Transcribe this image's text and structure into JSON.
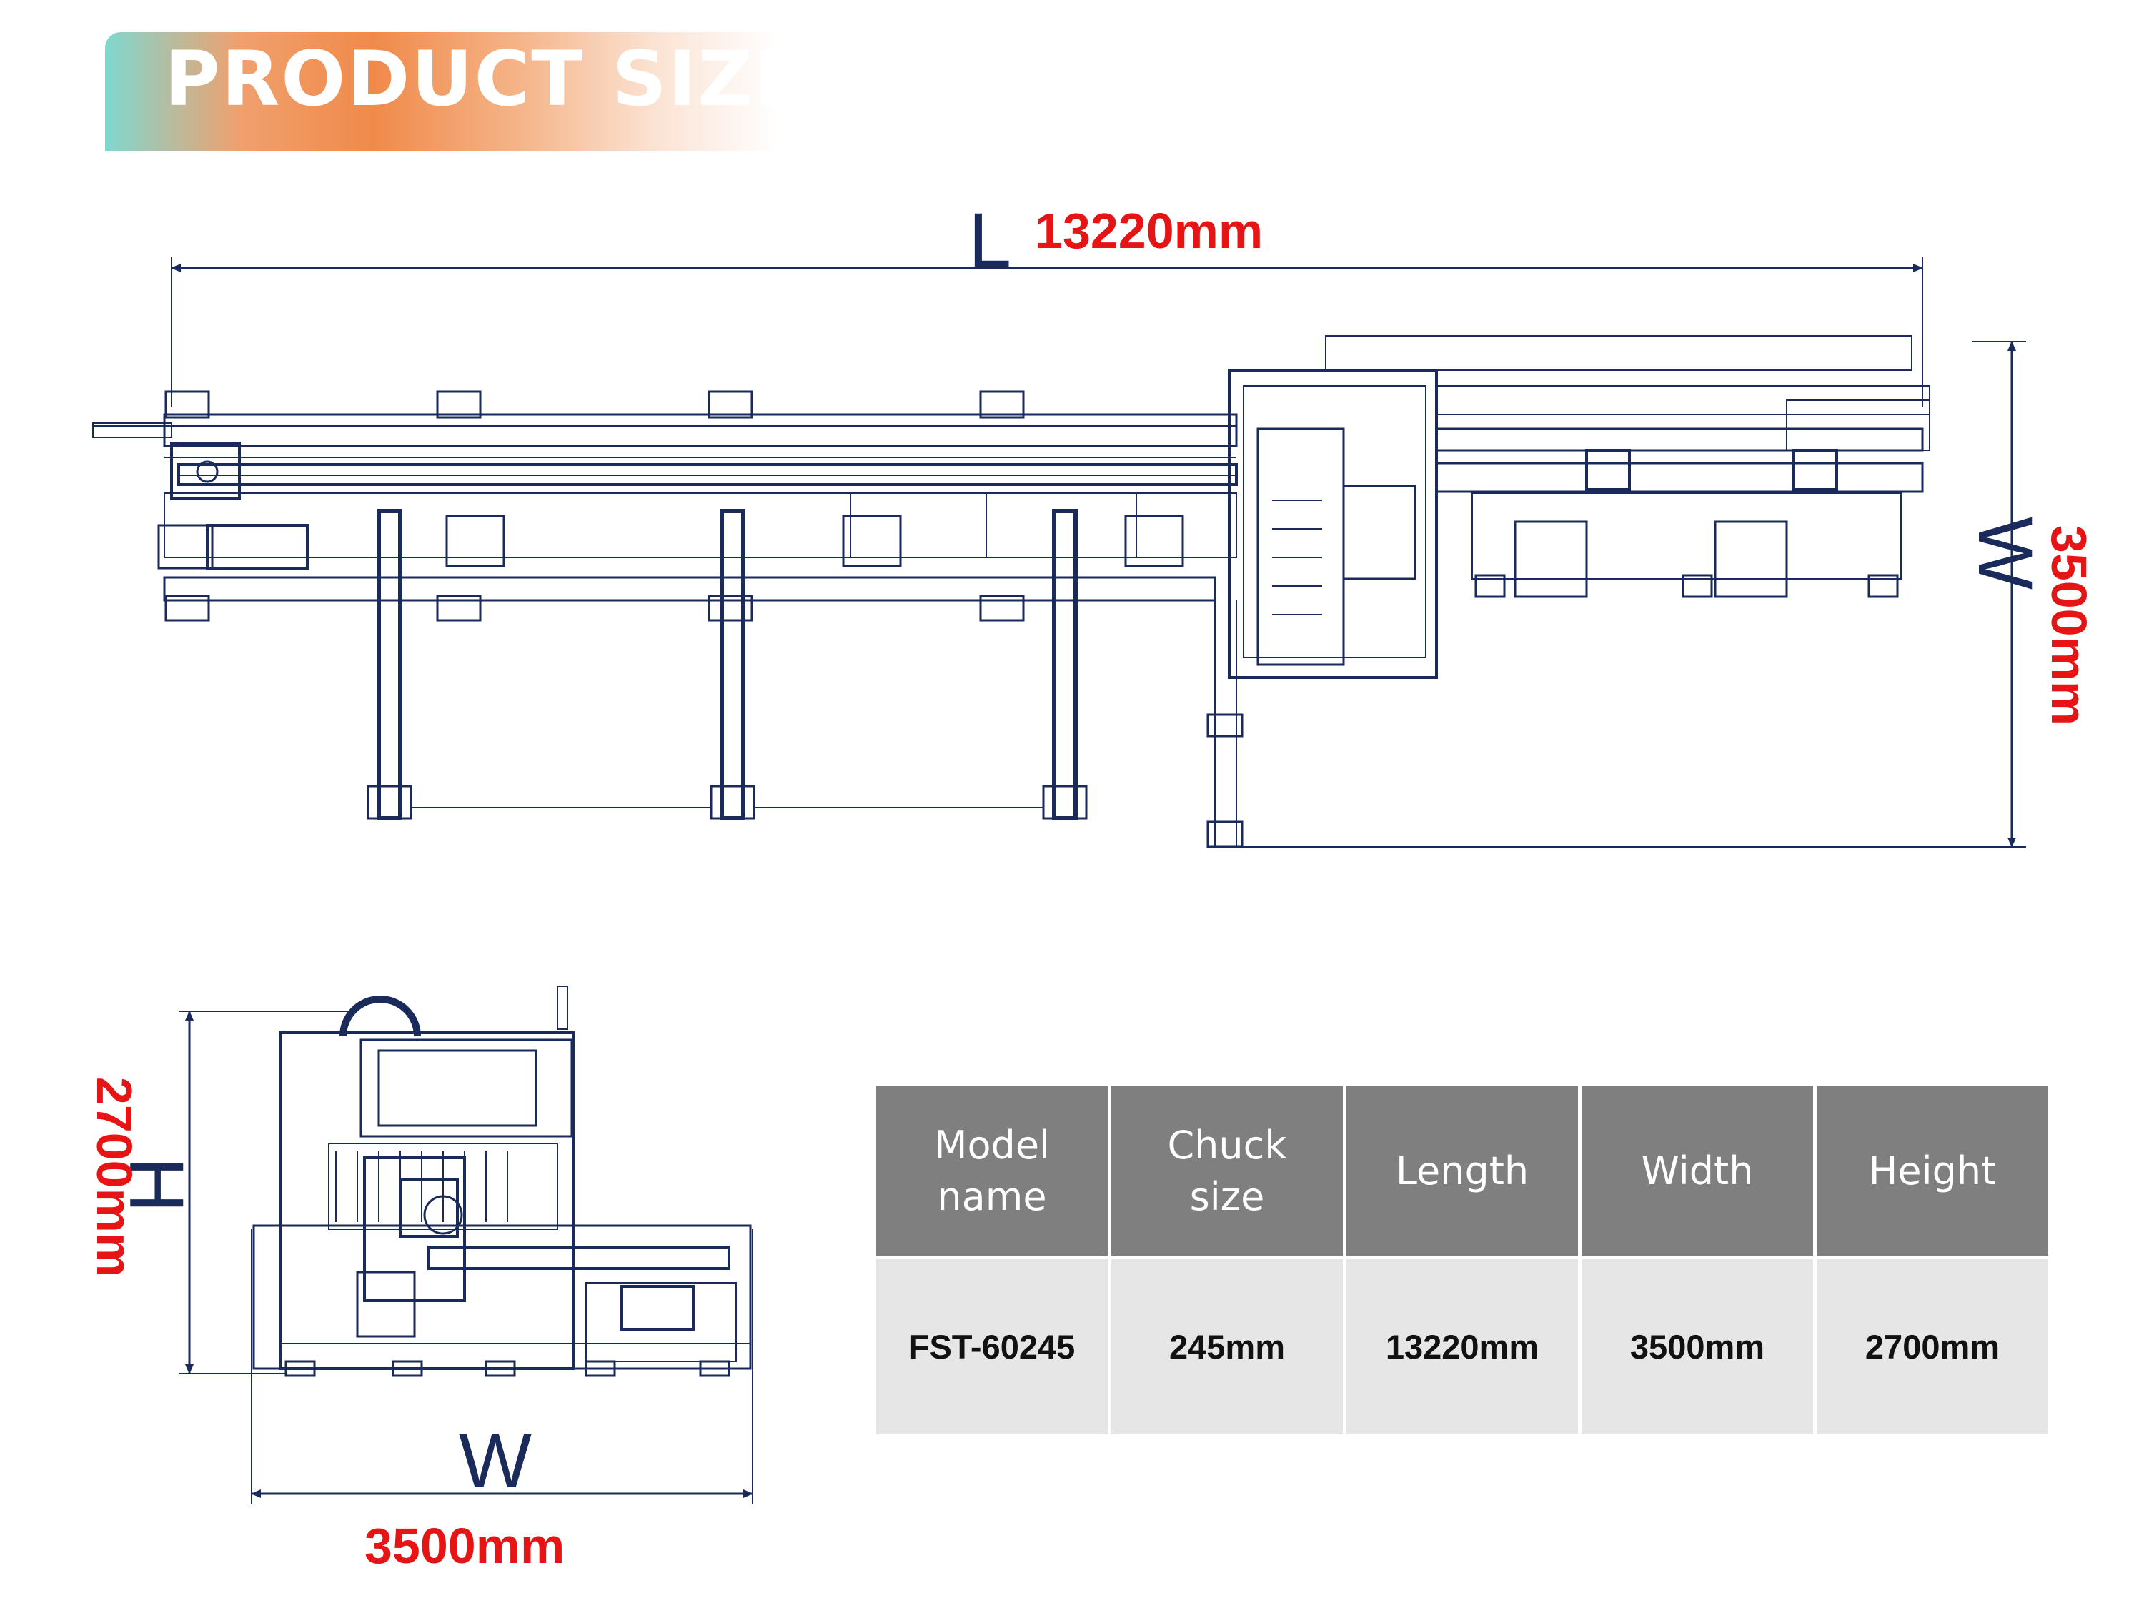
{
  "header": {
    "title": "PRODUCT SIZE"
  },
  "diagram": {
    "top_view": {
      "length_letter": "L",
      "length_value": "13220mm",
      "width_letter": "W",
      "width_value": "3500mm"
    },
    "side_view": {
      "height_letter": "H",
      "height_value": "2700mm",
      "width_letter": "W",
      "width_value": "3500mm"
    },
    "line_color": "#1a2a5a",
    "dimension_color": "#e61414"
  },
  "spec_table": {
    "headers": [
      "Model\nname",
      "Chuck\nsize",
      "Length",
      "Width",
      "Height"
    ],
    "rows": [
      [
        "FST-60245",
        "245mm",
        "13220mm",
        "3500mm",
        "2700mm"
      ]
    ],
    "header_bg": "#7f7f7f",
    "row_bg": "#e6e6e6"
  }
}
